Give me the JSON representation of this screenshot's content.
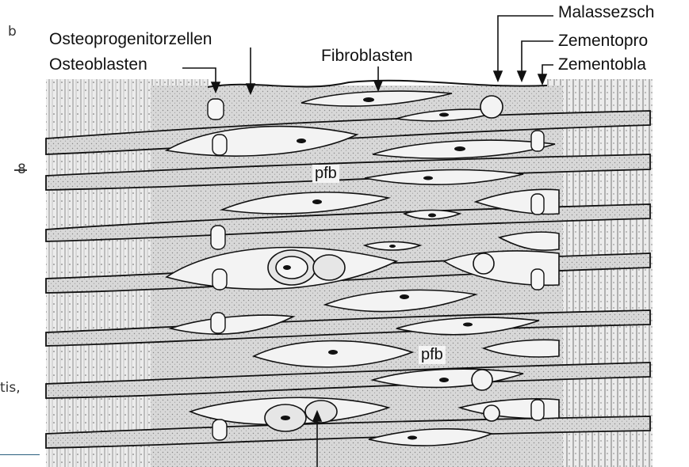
{
  "side_text": {
    "panel_letter": "b",
    "figure_number": "8",
    "margin_fragment": "tis,"
  },
  "labels": {
    "osteoprogenitor": "Osteoprogenitorzellen",
    "osteoblasts": "Osteoblasten",
    "fibroblasts": "Fibroblasten",
    "malassez": "Malassezsch",
    "cementoprogenitor": "Zementopro",
    "cementoblasts": "Zementobla"
  },
  "fiber_label_1": "pfb",
  "fiber_label_2": "pfb",
  "colors": {
    "fiber_stipple": "#cfcfcf",
    "cell_fill": "#f3f3f3",
    "ink": "#111111",
    "bone_background": "#e9e9e9"
  }
}
